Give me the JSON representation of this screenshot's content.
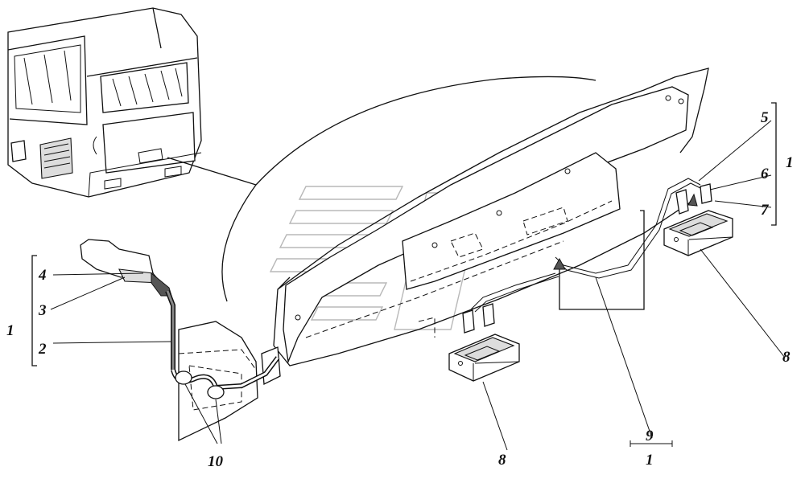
{
  "callouts": {
    "c1_left": "1",
    "c2": "2",
    "c3": "3",
    "c4": "4",
    "c5": "5",
    "c6": "6",
    "c7": "7",
    "c1_right": "1",
    "c8_left": "8",
    "c8_right": "8",
    "c9": "9",
    "c1_bottom": "1",
    "c10": "10"
  }
}
